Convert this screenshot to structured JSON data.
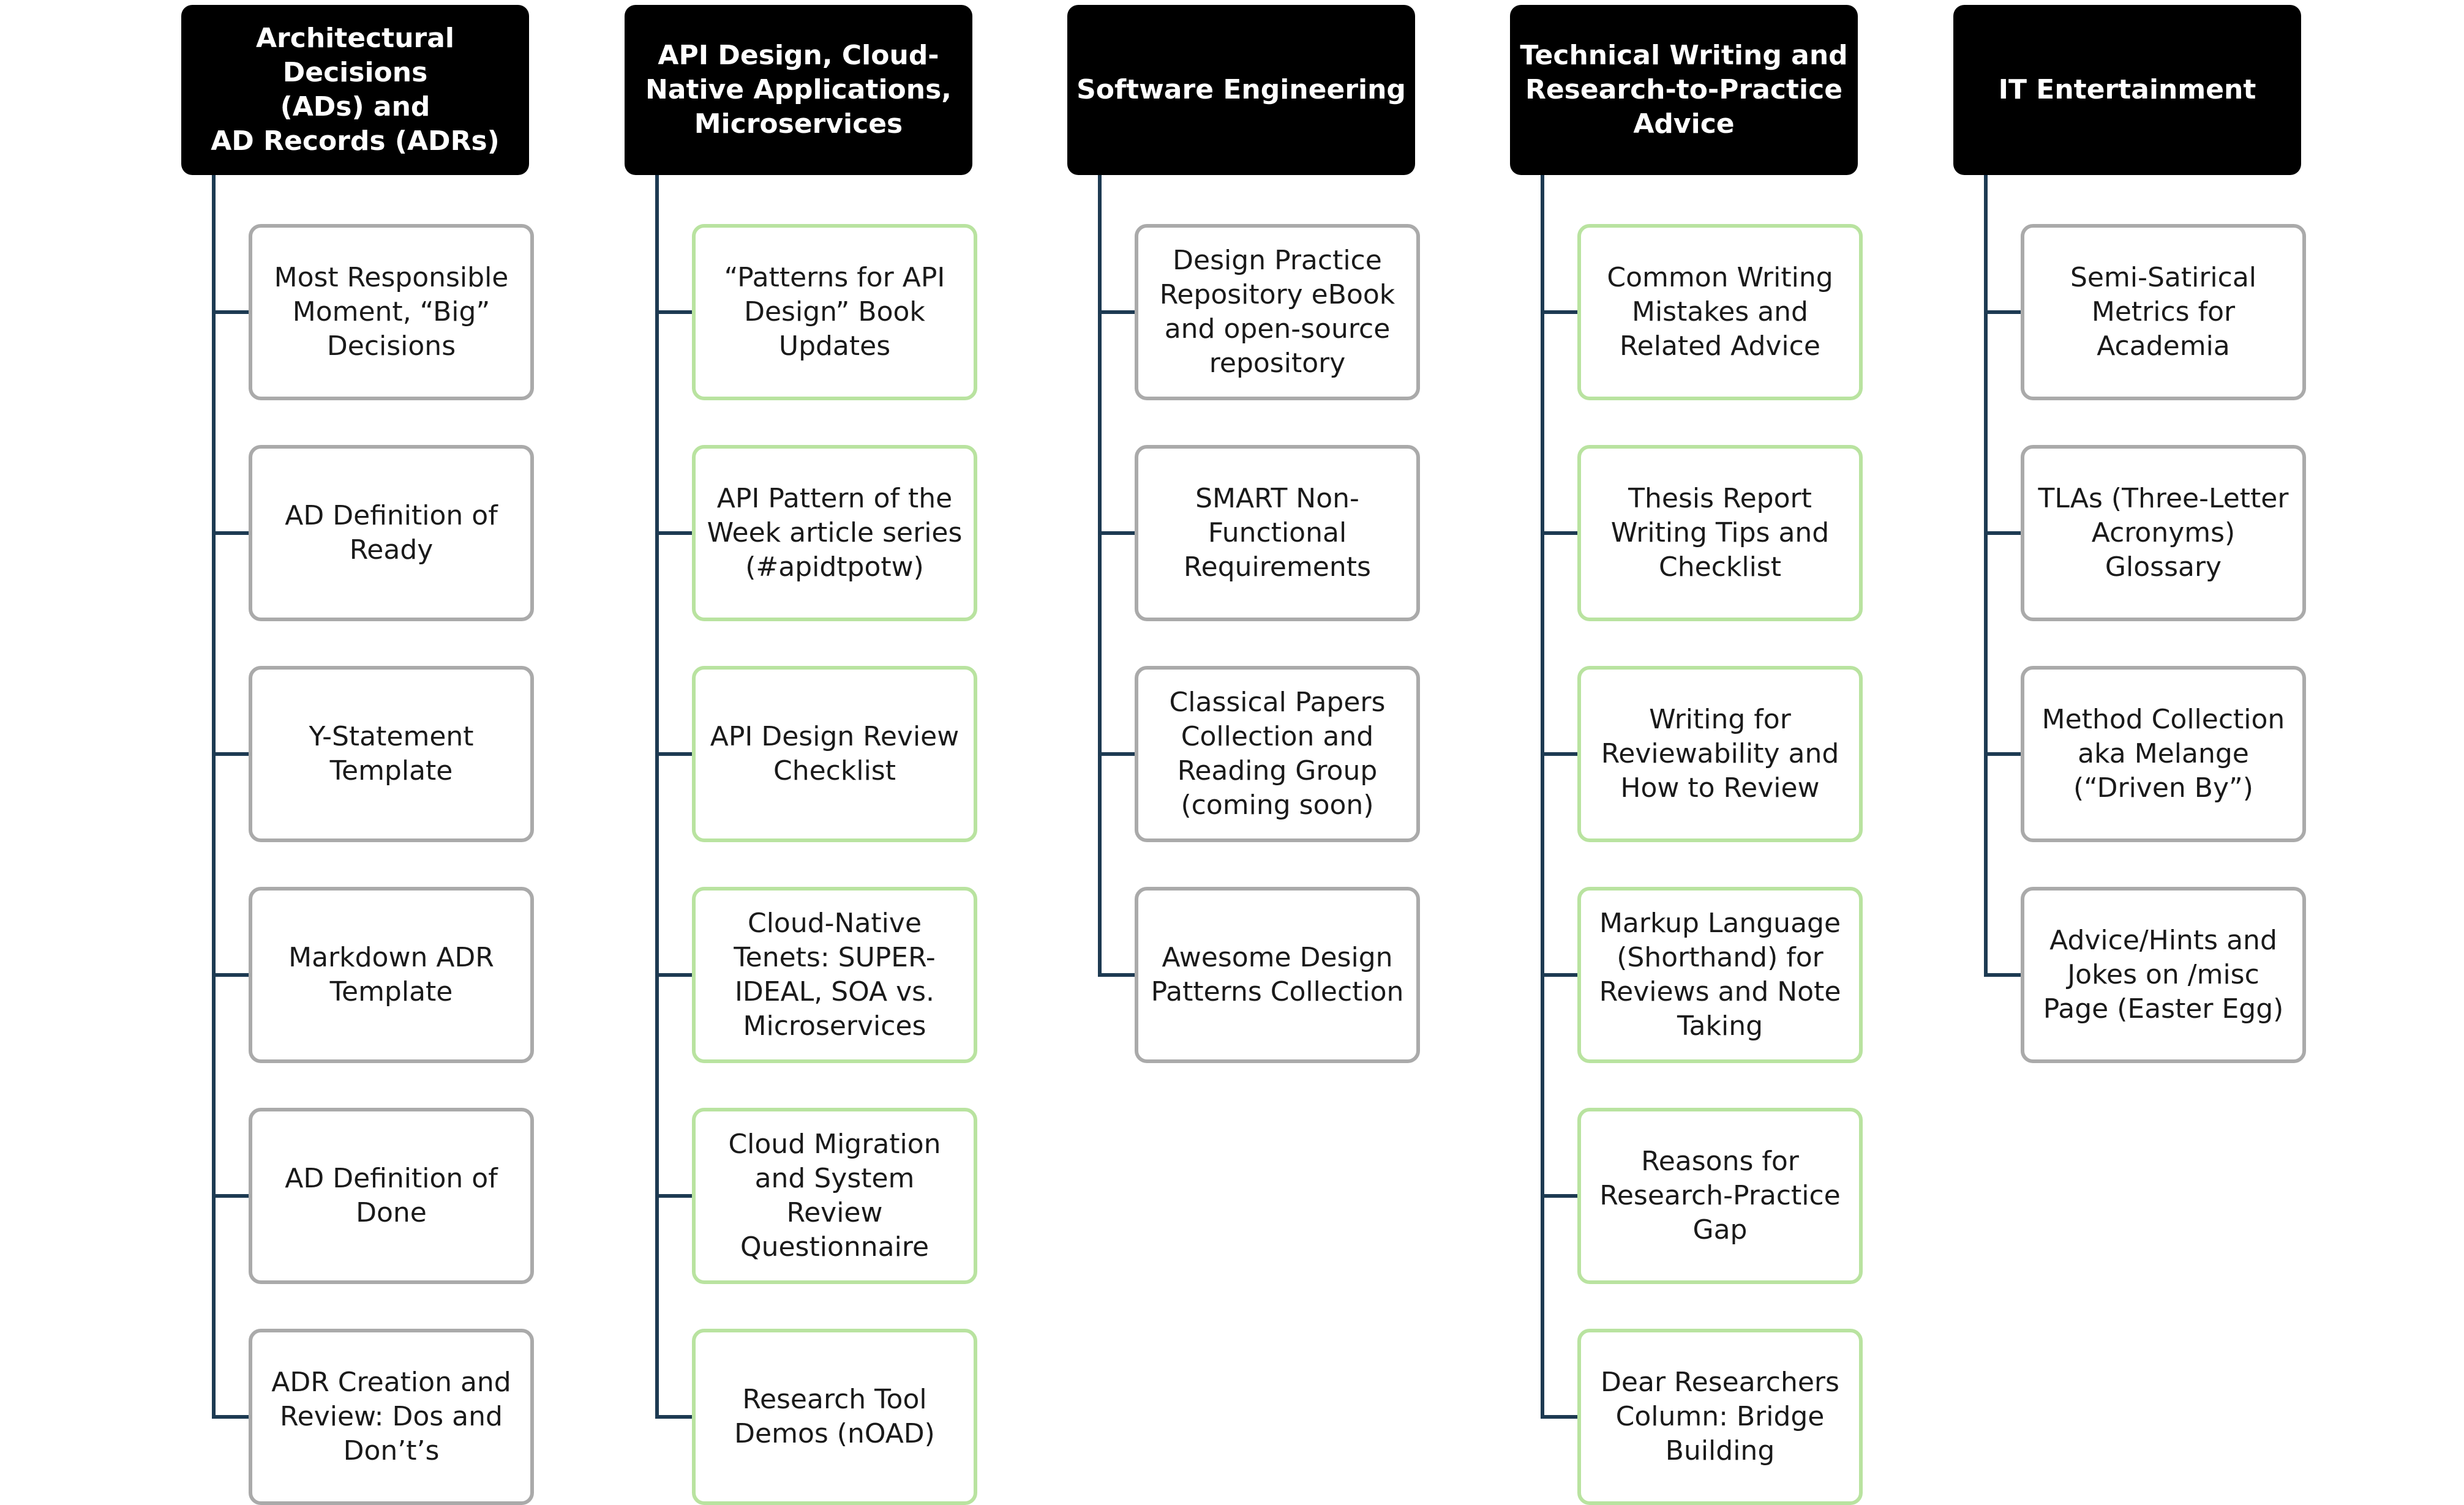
{
  "colors": {
    "header_bg": "#000000",
    "line": "#1d3a52",
    "border_gray": "#aaaaaa",
    "border_green": "#b9e3a0"
  },
  "columns": [
    {
      "title": "Architectural Decisions\n(ADs)  and\nAD Records (ADRs)",
      "border": "gray",
      "items": [
        "Most Responsible\nMoment, “Big”\nDecisions",
        "AD Definition of\nReady",
        "Y-Statement\nTemplate",
        "Markdown ADR\nTemplate",
        "AD Definition of\nDone",
        "ADR Creation and\nReview: Dos and\nDon’t’s"
      ]
    },
    {
      "title": "API Design, Cloud-\nNative Applications,\nMicroservices",
      "border": "green",
      "items": [
        "“Patterns for API\nDesign” Book\nUpdates",
        "API Pattern of the\nWeek article series\n(#apidtpotw)",
        "API Design Review\nChecklist",
        "Cloud-Native\nTenets: SUPER-\nIDEAL, SOA vs.\nMicroservices",
        "Cloud Migration\nand System Review\nQuestionnaire",
        "Research Tool\nDemos (nOAD)"
      ]
    },
    {
      "title": "Software Engineering",
      "border": "gray",
      "items": [
        "Design Practice\nRepository eBook\nand open-source\nrepository",
        "SMART Non-\nFunctional\nRequirements",
        "Classical Papers\nCollection and\nReading Group\n(coming soon)",
        "Awesome Design\nPatterns Collection"
      ]
    },
    {
      "title": "Technical Writing and\nResearch-to-Practice\nAdvice",
      "border": "green",
      "items": [
        "Common Writing\nMistakes and\nRelated Advice",
        "Thesis Report\nWriting Tips and\nChecklist",
        "Writing for\nReviewability and\nHow to Review",
        "Markup Language\n(Shorthand) for\nReviews and Note\nTaking",
        "Reasons for\nResearch-Practice\nGap",
        "Dear Researchers\nColumn: Bridge\nBuilding"
      ]
    },
    {
      "title": "IT Entertainment",
      "border": "gray",
      "items": [
        "Semi-Satirical\nMetrics for\nAcademia",
        "TLAs (Three-Letter\nAcronyms)\nGlossary",
        "Method Collection\naka Melange\n(“Driven By”)",
        "Advice/Hints and\nJokes on /misc\nPage (Easter Egg)"
      ]
    }
  ]
}
